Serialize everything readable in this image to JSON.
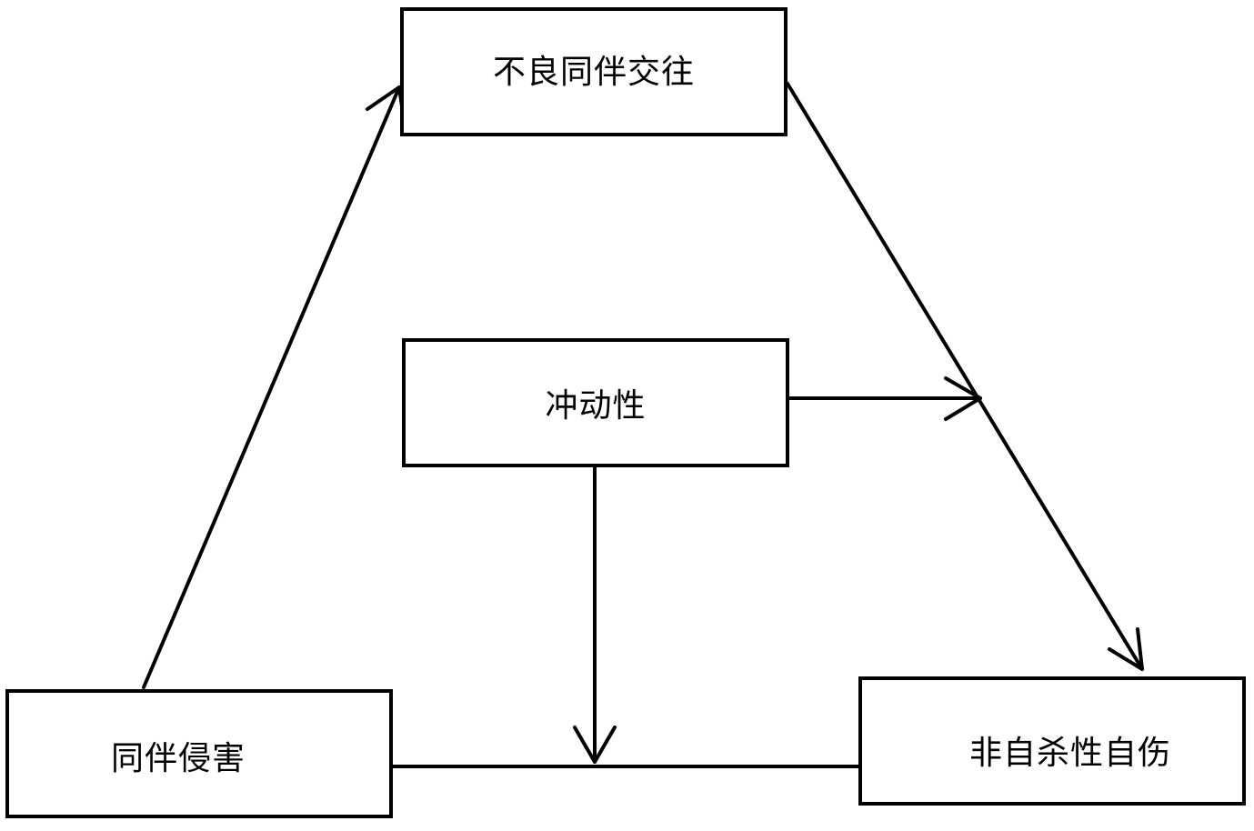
{
  "nodes": {
    "poor_peer_association": "不良同伴交往",
    "impulsivity": "冲动性",
    "peer_victimization": "同伴侵害",
    "nssi": "非自杀性自伤"
  },
  "edges": [
    {
      "from": "peer_victimization",
      "to": "poor_peer_association",
      "kind": "arrow"
    },
    {
      "from": "poor_peer_association",
      "to": "nssi",
      "kind": "arrow"
    },
    {
      "from": "peer_victimization",
      "to": "nssi",
      "kind": "line"
    },
    {
      "from": "impulsivity",
      "to": "path:poor_peer_association-nssi",
      "kind": "moderation-arrow"
    },
    {
      "from": "impulsivity",
      "to": "path:peer_victimization-nssi",
      "kind": "moderation-arrow"
    }
  ]
}
